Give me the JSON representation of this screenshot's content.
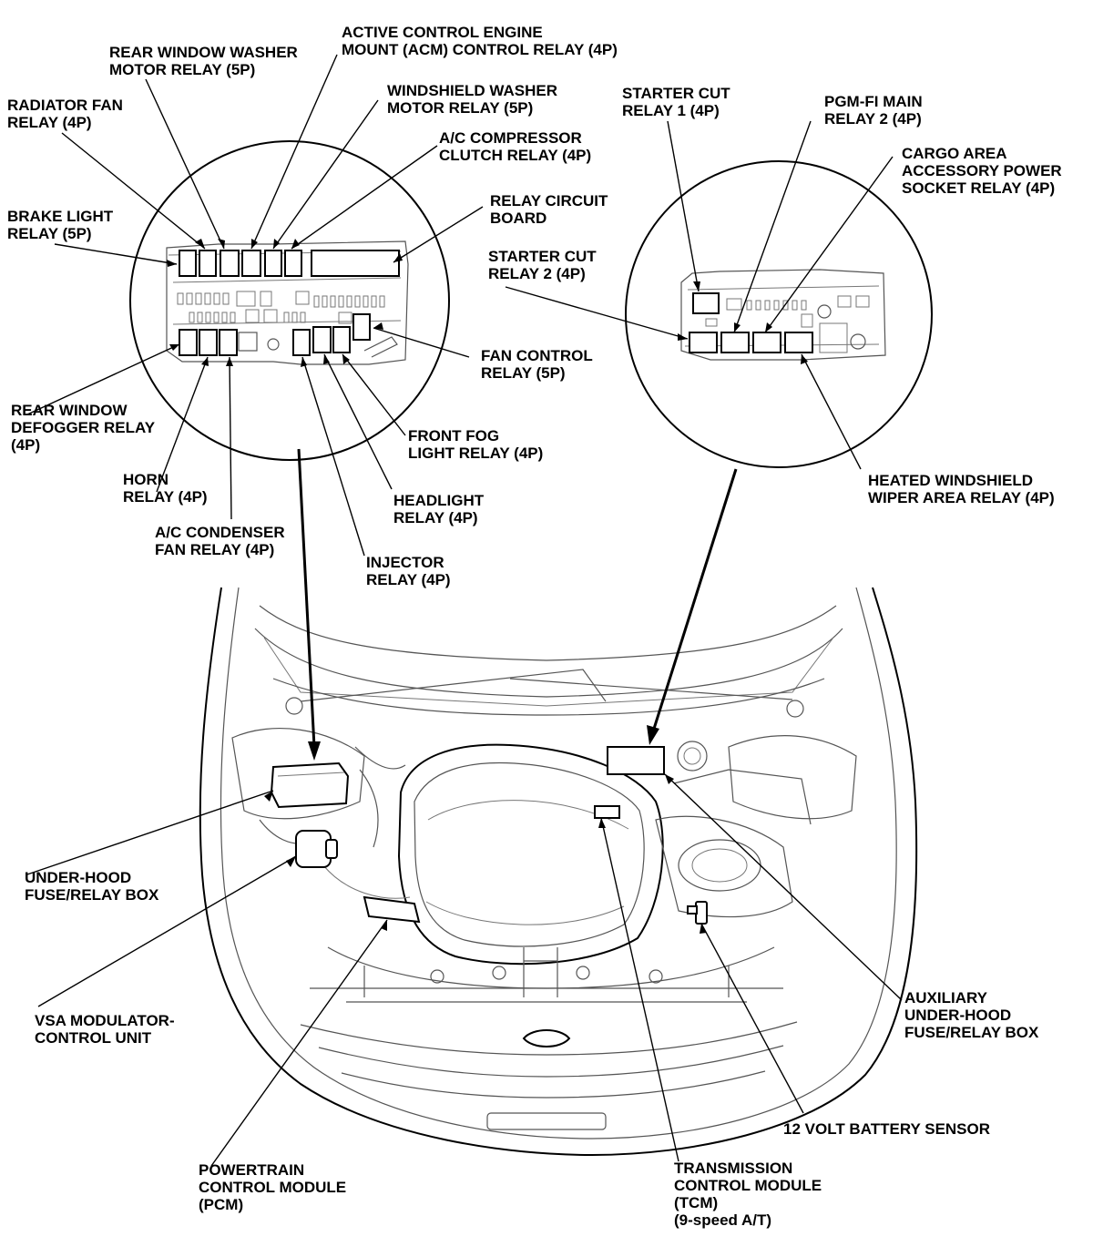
{
  "left_box_relays": {
    "rear_window_washer": [
      "REAR WINDOW WASHER",
      "MOTOR RELAY (5P)"
    ],
    "active_control": [
      "ACTIVE CONTROL ENGINE",
      "MOUNT (ACM) CONTROL RELAY (4P)"
    ],
    "radiator_fan": [
      "RADIATOR FAN",
      "RELAY (4P)"
    ],
    "windshield_washer": [
      "WINDSHIELD WASHER",
      "MOTOR RELAY (5P)"
    ],
    "ac_compressor": [
      "A/C COMPRESSOR",
      "CLUTCH RELAY (4P)"
    ],
    "relay_circuit_board": [
      "RELAY CIRCUIT",
      "BOARD"
    ],
    "brake_light": [
      "BRAKE LIGHT",
      "RELAY (5P)"
    ],
    "fan_control": [
      "FAN CONTROL",
      "RELAY (5P)"
    ],
    "rear_window_defogger": [
      "REAR WINDOW",
      "DEFOGGER RELAY",
      "(4P)"
    ],
    "front_fog_light": [
      "FRONT FOG",
      "LIGHT RELAY (4P)"
    ],
    "horn": [
      "HORN",
      "RELAY (4P)"
    ],
    "headlight": [
      "HEADLIGHT",
      "RELAY (4P)"
    ],
    "ac_condenser_fan": [
      "A/C CONDENSER",
      "FAN RELAY (4P)"
    ],
    "injector": [
      "INJECTOR",
      "RELAY (4P)"
    ]
  },
  "right_box_relays": {
    "starter_cut_1": [
      "STARTER CUT",
      "RELAY 1 (4P)"
    ],
    "pgm_fi_main_2": [
      "PGM-FI MAIN",
      "RELAY 2 (4P)"
    ],
    "cargo_area": [
      "CARGO AREA",
      "ACCESSORY POWER",
      "SOCKET RELAY (4P)"
    ],
    "starter_cut_2": [
      "STARTER CUT",
      "RELAY 2 (4P)"
    ],
    "heated_windshield": [
      "HEATED WINDSHIELD",
      "WIPER AREA RELAY (4P)"
    ]
  },
  "components": {
    "under_hood_fuse": [
      "UNDER-HOOD",
      "FUSE/RELAY BOX"
    ],
    "vsa_modulator": [
      "VSA MODULATOR-",
      "CONTROL UNIT"
    ],
    "pcm": [
      "POWERTRAIN",
      "CONTROL MODULE",
      "(PCM)"
    ],
    "tcm": [
      "TRANSMISSION",
      "CONTROL MODULE",
      "(TCM)",
      "(9-speed A/T)"
    ],
    "battery_sensor": [
      "12 VOLT BATTERY SENSOR"
    ],
    "aux_fuse": [
      "AUXILIARY",
      "UNDER-HOOD",
      "FUSE/RELAY BOX"
    ]
  }
}
